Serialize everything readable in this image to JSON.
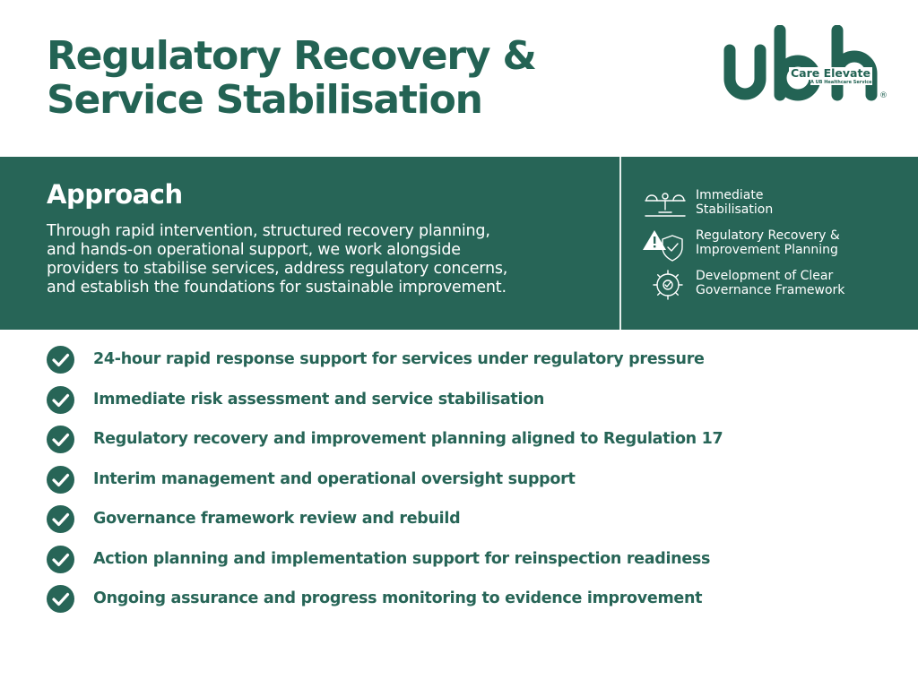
{
  "header": {
    "title_line1": "Regulatory Recovery &",
    "title_line2": "Service Stabilisation"
  },
  "logo": {
    "wordmark": "ubh",
    "brand": "Care Elevate",
    "tagline": "A UB Healthcare Service",
    "registered": "®"
  },
  "approach": {
    "heading": "Approach",
    "body_lines": [
      "Through rapid intervention, structured recovery planning,",
      "and hands-on operational support, we work alongside",
      "providers to stabilise services, address regulatory concerns,",
      "and establish the foundations for sustainable improvement."
    ]
  },
  "features": [
    {
      "icon": "balance-scale-icon",
      "lines": [
        "Immediate",
        "Stabilisation"
      ]
    },
    {
      "icon": "warning-shield-icon",
      "lines": [
        "Regulatory Recovery &",
        "Improvement Planning"
      ]
    },
    {
      "icon": "governance-gear-icon",
      "lines": [
        "Development of Clear",
        "Governance Framework"
      ]
    }
  ],
  "checklist": [
    "24-hour rapid response support for services under regulatory pressure",
    "Immediate risk assessment and service stabilisation",
    "Regulatory recovery and improvement planning aligned to Regulation 17",
    "Interim management and operational oversight support",
    "Governance framework review and rebuild",
    "Action planning and implementation support for reinspection readiness",
    "Ongoing assurance and progress monitoring to evidence improvement"
  ],
  "colors": {
    "brand_green": "#276557",
    "title_green": "#236354",
    "text_on_dark": "#ffffff",
    "background": "#ffffff"
  }
}
